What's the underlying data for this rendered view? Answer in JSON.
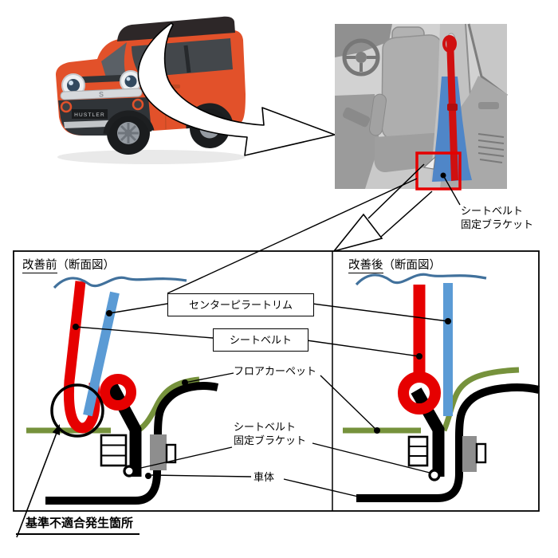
{
  "figure": {
    "car": {
      "badge": "HUSTLER",
      "logo": "S"
    },
    "interior_label": {
      "line1": "シートベルト",
      "line2": "固定ブラケット"
    },
    "panels": {
      "before": {
        "title": "改善前",
        "suffix": "（断面図）"
      },
      "after": {
        "title": "改善後",
        "suffix": "（断面図）"
      }
    },
    "labels": {
      "center_pillar_trim": "センターピラートリム",
      "seatbelt": "シートベルト",
      "floor_carpet": "フロアカーペット",
      "bracket_line1": "シートベルト",
      "bracket_line2": "固定ブラケット",
      "vehicle_body": "車体",
      "nonconformity": "基準不適合発生箇所"
    },
    "colors": {
      "seatbelt_red": "#e60000",
      "trim_blue": "#5b9bd5",
      "wave_blue": "#41719c",
      "carpet_green": "#76923c",
      "body_black": "#000000",
      "nut_gray": "#8e8e8e",
      "car_orange": "#e2512a",
      "highlight_red": "#ee0000"
    }
  }
}
